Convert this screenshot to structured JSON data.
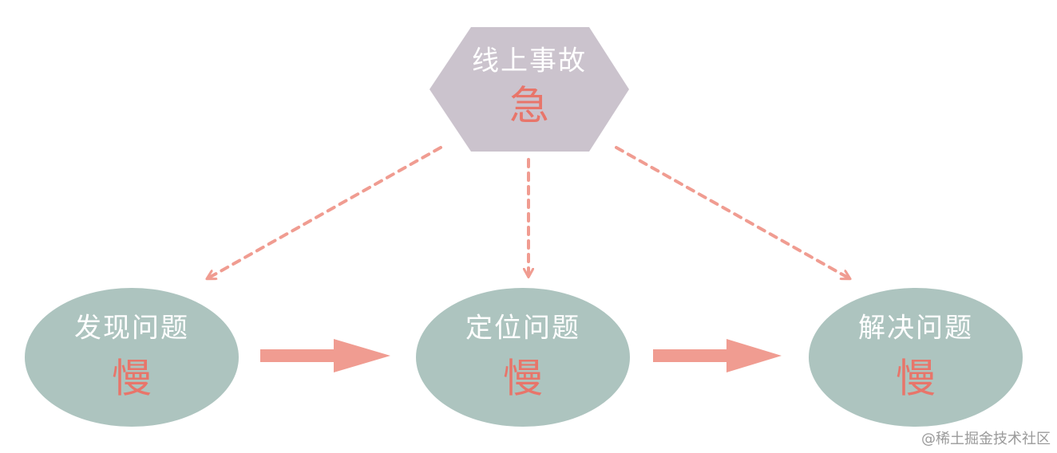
{
  "colors": {
    "hexagon_fill": "#cbc3cd",
    "ellipse_fill": "#adc4bf",
    "accent": "#e8756a",
    "arrow": "#f09c91",
    "title_text": "#ffffff",
    "watermark_text": "#9a9a9a"
  },
  "top_node": {
    "title": "线上事故",
    "tag": "急"
  },
  "nodes": [
    {
      "title": "发现问题",
      "tag": "慢"
    },
    {
      "title": "定位问题",
      "tag": "慢"
    },
    {
      "title": "解决问题",
      "tag": "慢"
    }
  ],
  "watermark": "@稀土掘金技术社区"
}
